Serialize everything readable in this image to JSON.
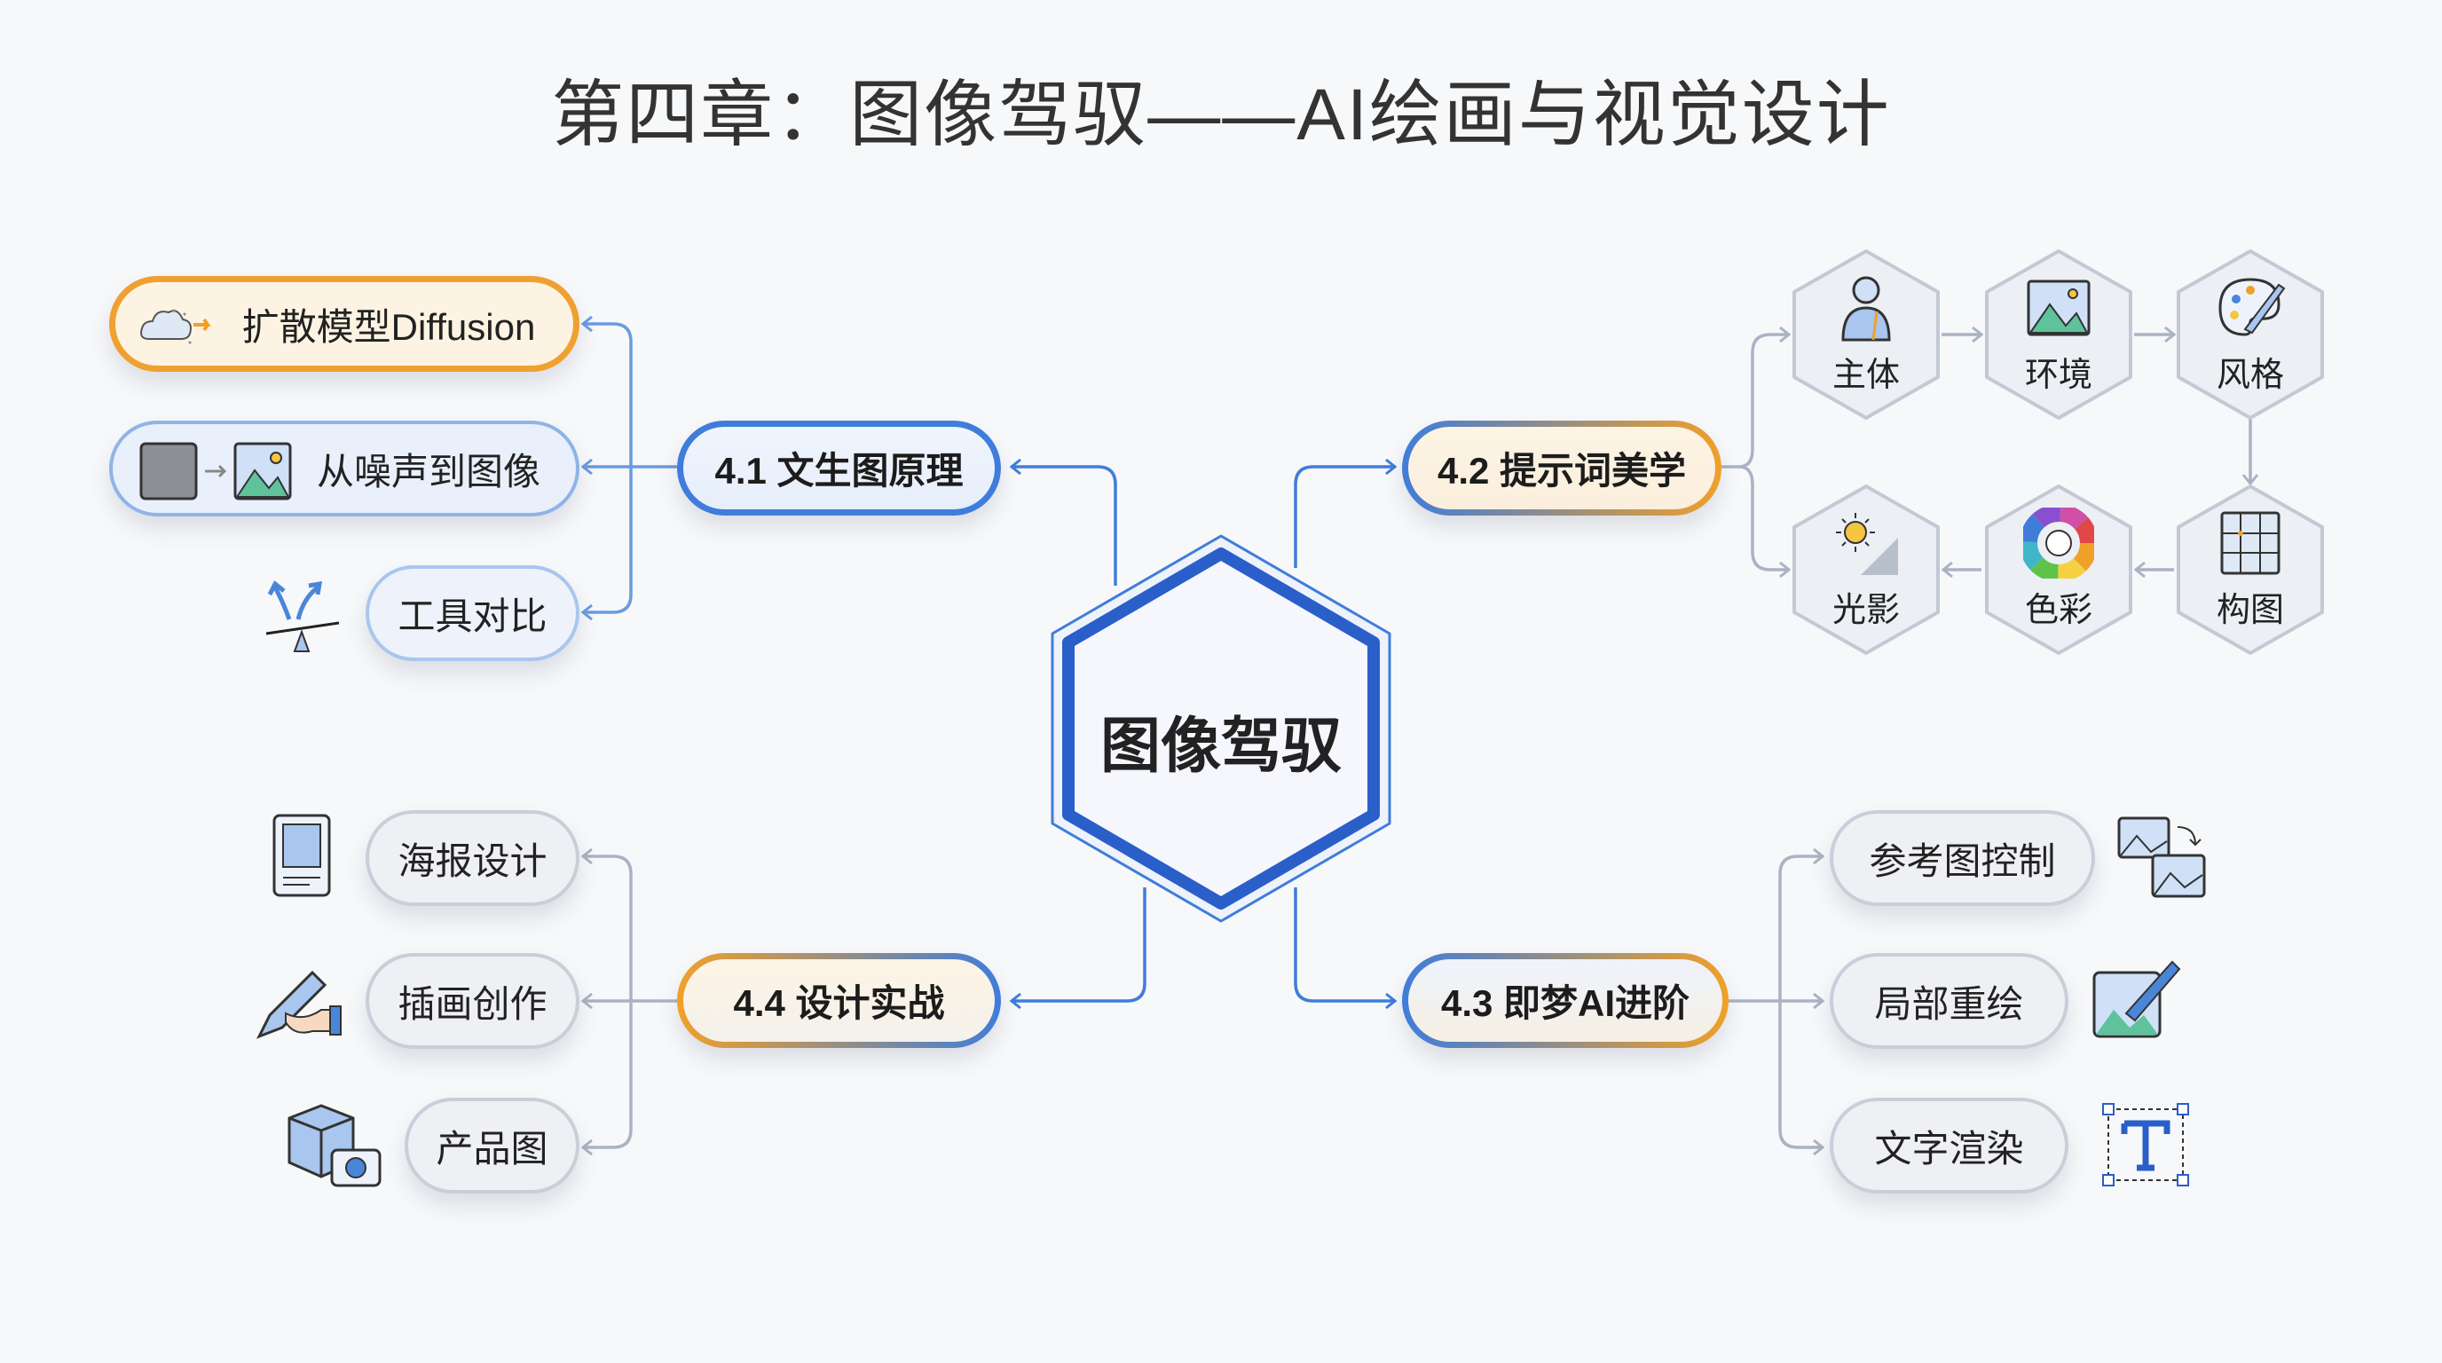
{
  "title": "第四章：图像驾驭——AI绘画与视觉设计",
  "center": {
    "label": "图像驾驭"
  },
  "branches": {
    "b41": {
      "label": "4.1 文生图原理",
      "children": [
        "扩散模型Diffusion",
        "从噪声到图像",
        "工具对比"
      ]
    },
    "b42": {
      "label": "4.2 提示词美学",
      "children": [
        "主体",
        "环境",
        "风格",
        "构图",
        "色彩",
        "光影"
      ]
    },
    "b43": {
      "label": "4.3 即梦AI进阶",
      "children": [
        "参考图控制",
        "局部重绘",
        "文字渲染"
      ]
    },
    "b44": {
      "label": "4.4 设计实战",
      "children": [
        "海报设计",
        "插画创作",
        "产品图"
      ]
    }
  },
  "colors": {
    "blue": "#3f7ddb",
    "orange": "#f0a028",
    "gray": "#aab3c3"
  }
}
